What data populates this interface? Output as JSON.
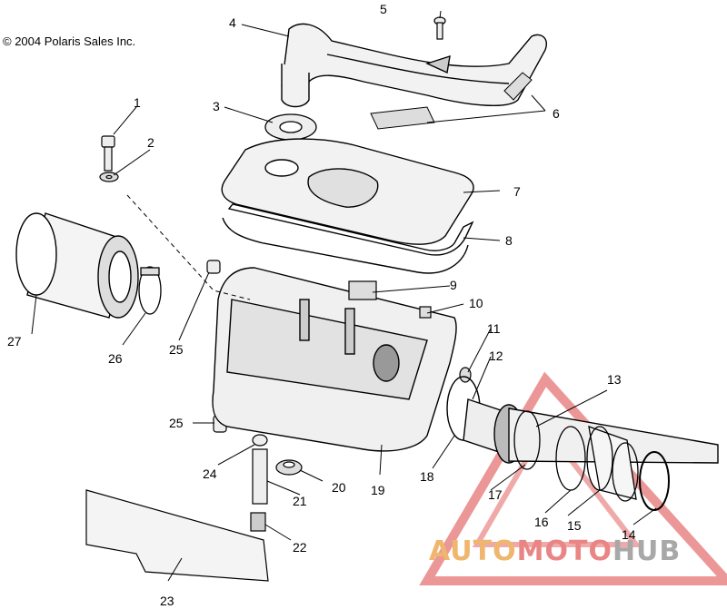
{
  "copyright": "© 2004 Polaris Sales Inc.",
  "callouts": [
    "1",
    "2",
    "3",
    "4",
    "5",
    "6",
    "7",
    "8",
    "9",
    "10",
    "11",
    "12",
    "13",
    "14",
    "15",
    "16",
    "17",
    "18",
    "19",
    "20",
    "21",
    "22",
    "23",
    "24",
    "25",
    "25",
    "26",
    "27"
  ],
  "watermark": {
    "part1": "AUTO",
    "part2": "MOTO",
    "part3": "HUB",
    "color_orange": "#f0b56e",
    "color_red": "#e98585",
    "color_gray": "#a8a8a8"
  }
}
